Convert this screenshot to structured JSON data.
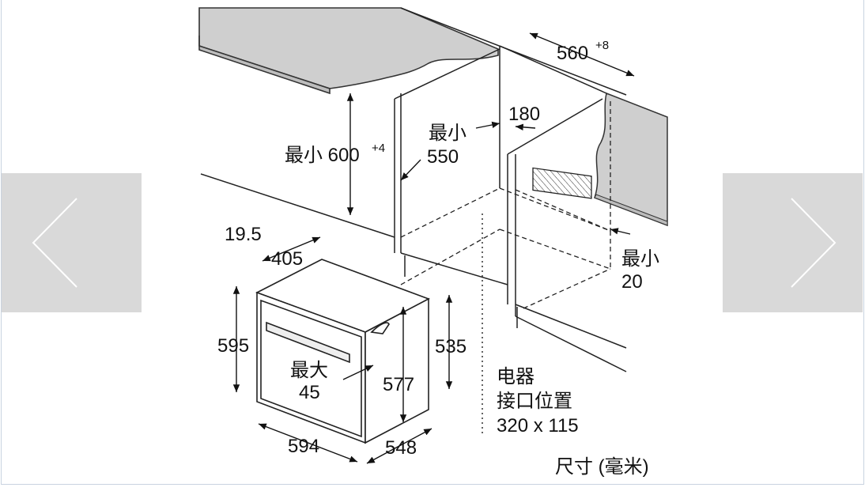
{
  "navigation": {
    "prev_icon": "chevron-left-icon",
    "next_icon": "chevron-right-icon"
  },
  "dimensions": {
    "cabinet_width": "560",
    "cabinet_width_tol": "+8",
    "niche_height_label": "最小 600",
    "niche_height_tol": "+4",
    "min_label": "最小",
    "back_clearance": "550",
    "conn_offset": "180",
    "bottom_gap_label": "最小",
    "bottom_gap": "20",
    "front_offset": "19.5",
    "oven_top_depth": "405",
    "oven_height": "595",
    "max_label": "最大",
    "handle_depth": "45",
    "inner_height": "577",
    "body_height": "535",
    "oven_width": "594",
    "oven_depth": "548",
    "conn_title1": "电器",
    "conn_title2": "接口位置",
    "conn_size": "320 x 115",
    "units_note": "尺寸 (毫米)"
  }
}
